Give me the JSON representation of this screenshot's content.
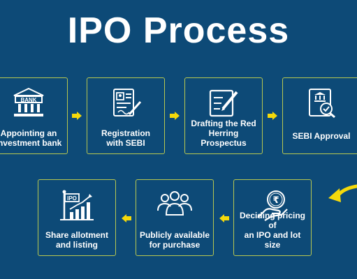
{
  "title": "IPO Process",
  "colors": {
    "background": "#0d4a77",
    "accent": "#f5d90a",
    "border": "#b8c850"
  },
  "steps": [
    {
      "label": "Appointing an\ninvestment bank",
      "icon": "bank-icon",
      "icon_text": "BANK"
    },
    {
      "label": "Registration\nwith SEBI",
      "icon": "registration-document-icon"
    },
    {
      "label": "Drafting the Red\nHerring Prospectus",
      "icon": "drafting-pen-icon"
    },
    {
      "label": "SEBI Approval",
      "icon": "approval-document-icon"
    },
    {
      "label": "Deciding pricing of\nan IPO and lot size",
      "icon": "rupee-coin-hand-icon"
    },
    {
      "label": "Publicly available\nfor purchase",
      "icon": "people-group-icon"
    },
    {
      "label": "Share allotment\nand listing",
      "icon": "ipo-flag-chart-icon",
      "icon_text": "IPO"
    }
  ]
}
